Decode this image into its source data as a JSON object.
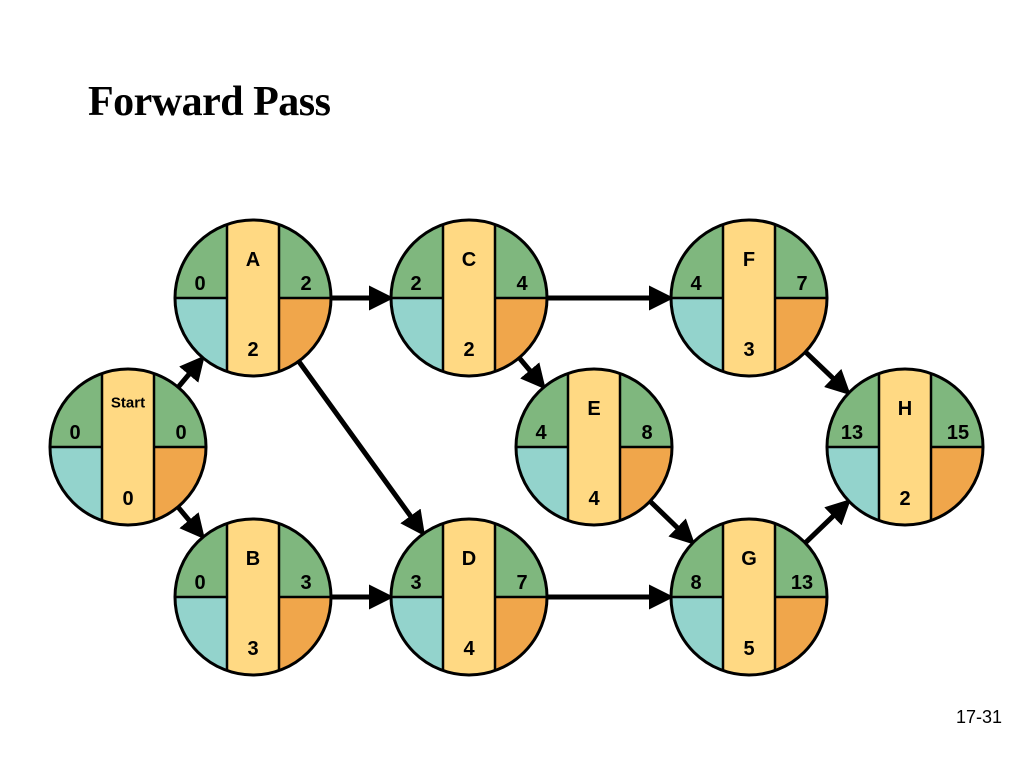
{
  "slide": {
    "title": "Forward Pass",
    "page_number": "17-31"
  },
  "colors": {
    "early_fill": "#7fb77e",
    "late_start_fill": "#93d3cc",
    "late_finish_fill": "#f0a64b",
    "center_fill": "#ffd983",
    "outline": "#000000",
    "arrow": "#000000"
  },
  "nodes": [
    {
      "id": "Start",
      "name": "Start",
      "es": "0",
      "ef": "0",
      "duration": "0"
    },
    {
      "id": "A",
      "name": "A",
      "es": "0",
      "ef": "2",
      "duration": "2"
    },
    {
      "id": "B",
      "name": "B",
      "es": "0",
      "ef": "3",
      "duration": "3"
    },
    {
      "id": "C",
      "name": "C",
      "es": "2",
      "ef": "4",
      "duration": "2"
    },
    {
      "id": "D",
      "name": "D",
      "es": "3",
      "ef": "7",
      "duration": "4"
    },
    {
      "id": "E",
      "name": "E",
      "es": "4",
      "ef": "8",
      "duration": "4"
    },
    {
      "id": "F",
      "name": "F",
      "es": "4",
      "ef": "7",
      "duration": "3"
    },
    {
      "id": "G",
      "name": "G",
      "es": "8",
      "ef": "13",
      "duration": "5"
    },
    {
      "id": "H",
      "name": "H",
      "es": "13",
      "ef": "15",
      "duration": "2"
    }
  ],
  "edges": [
    {
      "from": "Start",
      "to": "A"
    },
    {
      "from": "Start",
      "to": "B"
    },
    {
      "from": "A",
      "to": "C"
    },
    {
      "from": "A",
      "to": "D"
    },
    {
      "from": "B",
      "to": "D"
    },
    {
      "from": "C",
      "to": "E"
    },
    {
      "from": "C",
      "to": "F"
    },
    {
      "from": "D",
      "to": "G"
    },
    {
      "from": "E",
      "to": "G"
    },
    {
      "from": "F",
      "to": "H"
    },
    {
      "from": "G",
      "to": "H"
    }
  ]
}
